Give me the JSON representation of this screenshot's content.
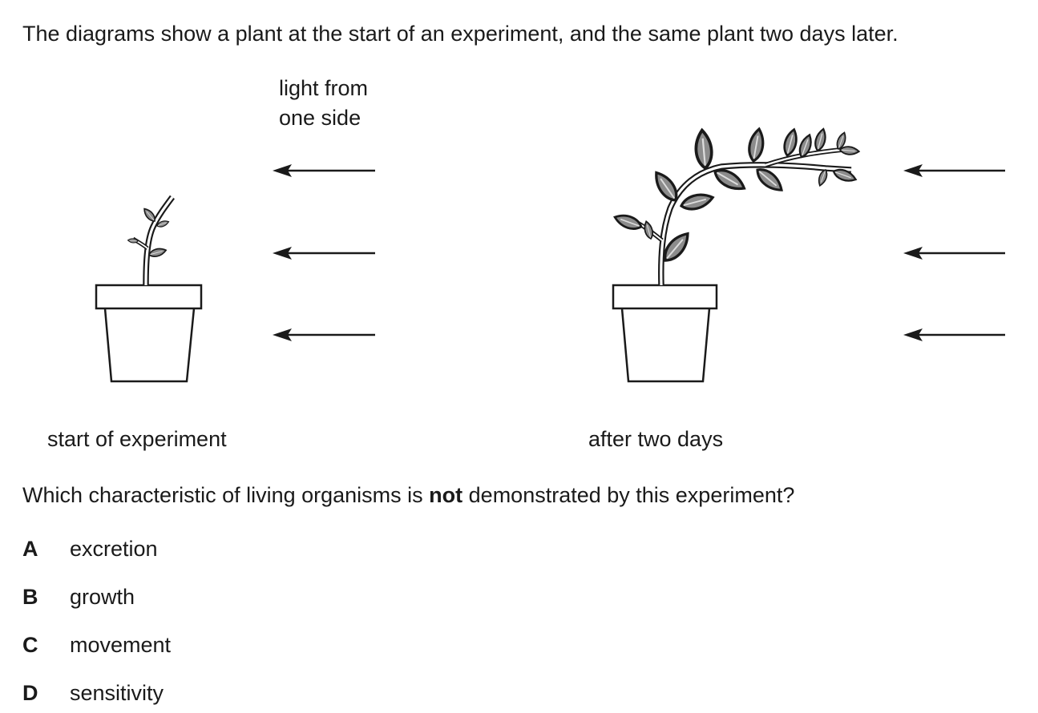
{
  "intro_text": "The diagrams show a plant at the start of an experiment, and the same plant two days later.",
  "light_label": {
    "line1": "light from",
    "line2": "one side"
  },
  "captions": {
    "start": "start of experiment",
    "after": "after two days"
  },
  "question": {
    "before": "Which characteristic of living organisms is ",
    "emphasis": "not",
    "after": " demonstrated by this experiment?"
  },
  "options": [
    {
      "letter": "A",
      "text": "excretion"
    },
    {
      "letter": "B",
      "text": "growth"
    },
    {
      "letter": "C",
      "text": "movement"
    },
    {
      "letter": "D",
      "text": "sensitivity"
    }
  ],
  "colors": {
    "leaf_fill": "#8c8c8c",
    "ink": "#1a1a1a"
  }
}
